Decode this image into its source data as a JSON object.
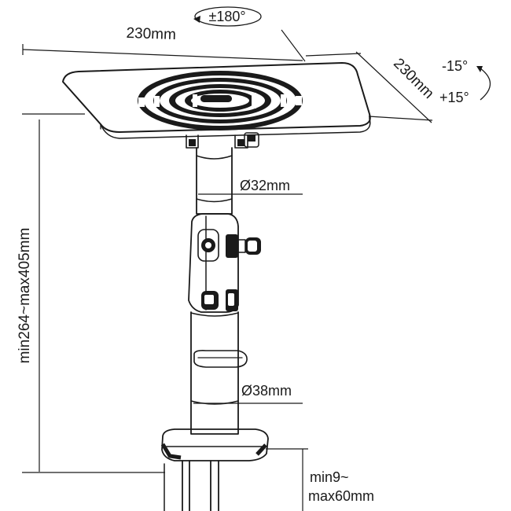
{
  "dimensions": {
    "top_width": "230mm",
    "top_depth": "230mm",
    "rotation": "±180°",
    "tilt_minus": "-15°",
    "tilt_plus": "+15°",
    "upper_pole_diameter": "Ø32mm",
    "lower_pole_diameter": "Ø38mm",
    "height_range": "min264~max405mm",
    "clamp_range_line1": "min9~",
    "clamp_range_line2": "max60mm"
  }
}
